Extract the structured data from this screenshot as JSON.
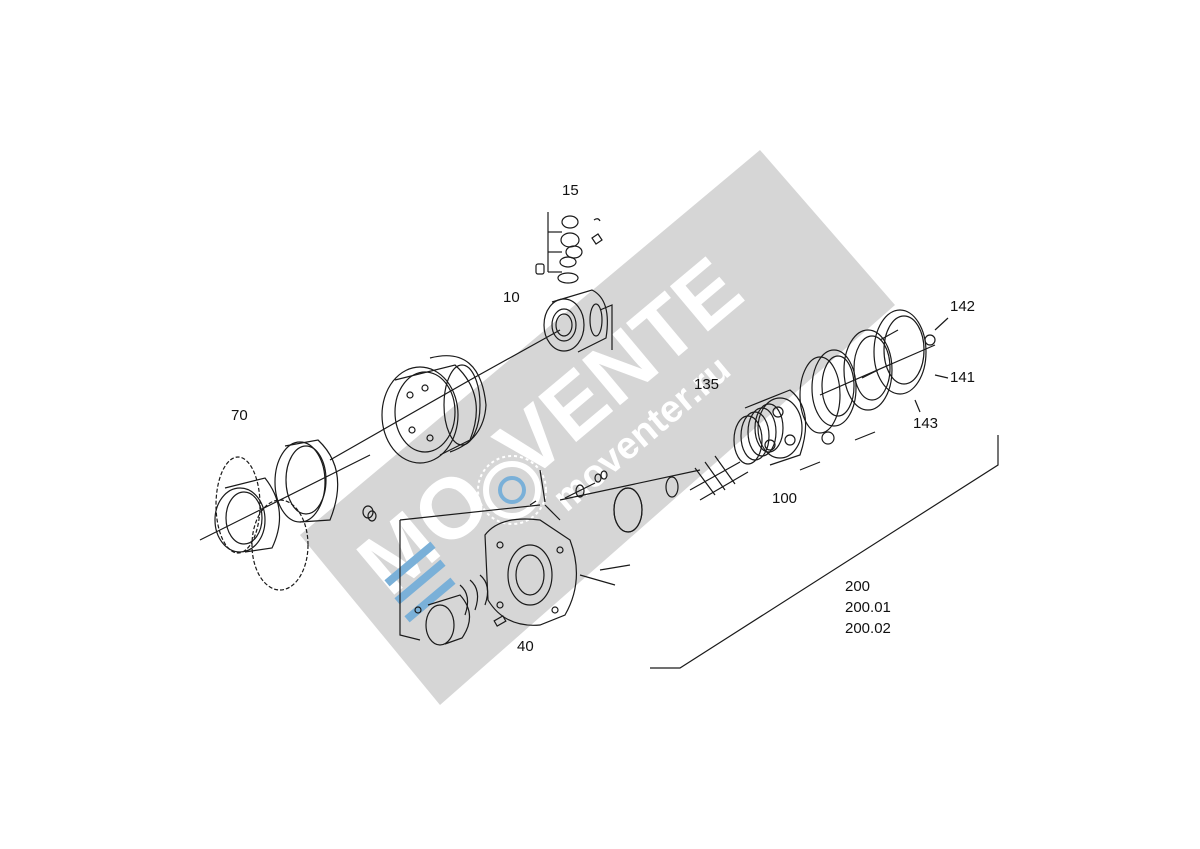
{
  "callouts": {
    "c15": "15",
    "c10": "10",
    "c70": "70",
    "c135": "135",
    "c142": "142",
    "c141": "141",
    "c143": "143",
    "c100": "100",
    "c40": "40",
    "c200": "200",
    "c200_01": "200.01",
    "c200_02": "200.02"
  },
  "watermark": {
    "brand": "VENTE",
    "prefix": "MO",
    "url": "moventer.ru",
    "band_color": "#d6d6d6",
    "text_color": "#ffffff",
    "accent_color": "#7ab0d8",
    "logo_icon": "wheel-logo-icon"
  },
  "colors": {
    "line": "#1a1a1a",
    "background": "#ffffff"
  }
}
